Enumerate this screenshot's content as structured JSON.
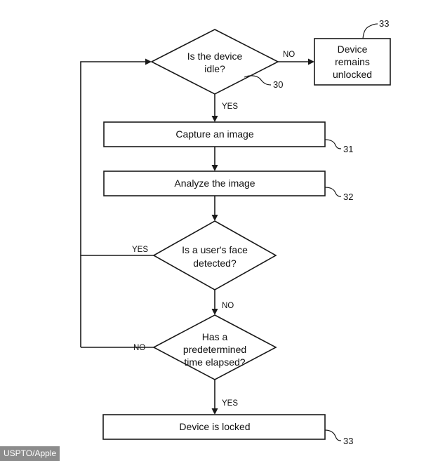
{
  "nodes": {
    "idle_check": {
      "lines": [
        "Is the device",
        "idle?"
      ],
      "ref": "30"
    },
    "remains_unlocked": {
      "lines": [
        "Device",
        "remains",
        "unlocked"
      ],
      "ref": "33"
    },
    "capture": {
      "text": "Capture an image",
      "ref": "31"
    },
    "analyze": {
      "text": "Analyze the image",
      "ref": "32"
    },
    "face_check": {
      "lines": [
        "Is a user's face",
        "detected?"
      ]
    },
    "time_check": {
      "lines": [
        "Has a",
        "predetermined",
        "time elapsed?"
      ]
    },
    "locked": {
      "text": "Device is locked",
      "ref": "33"
    }
  },
  "edges": {
    "idle_no": "NO",
    "idle_yes": "YES",
    "face_yes": "YES",
    "face_no": "NO",
    "time_no": "NO",
    "time_yes": "YES"
  },
  "credit": "USPTO/Apple"
}
